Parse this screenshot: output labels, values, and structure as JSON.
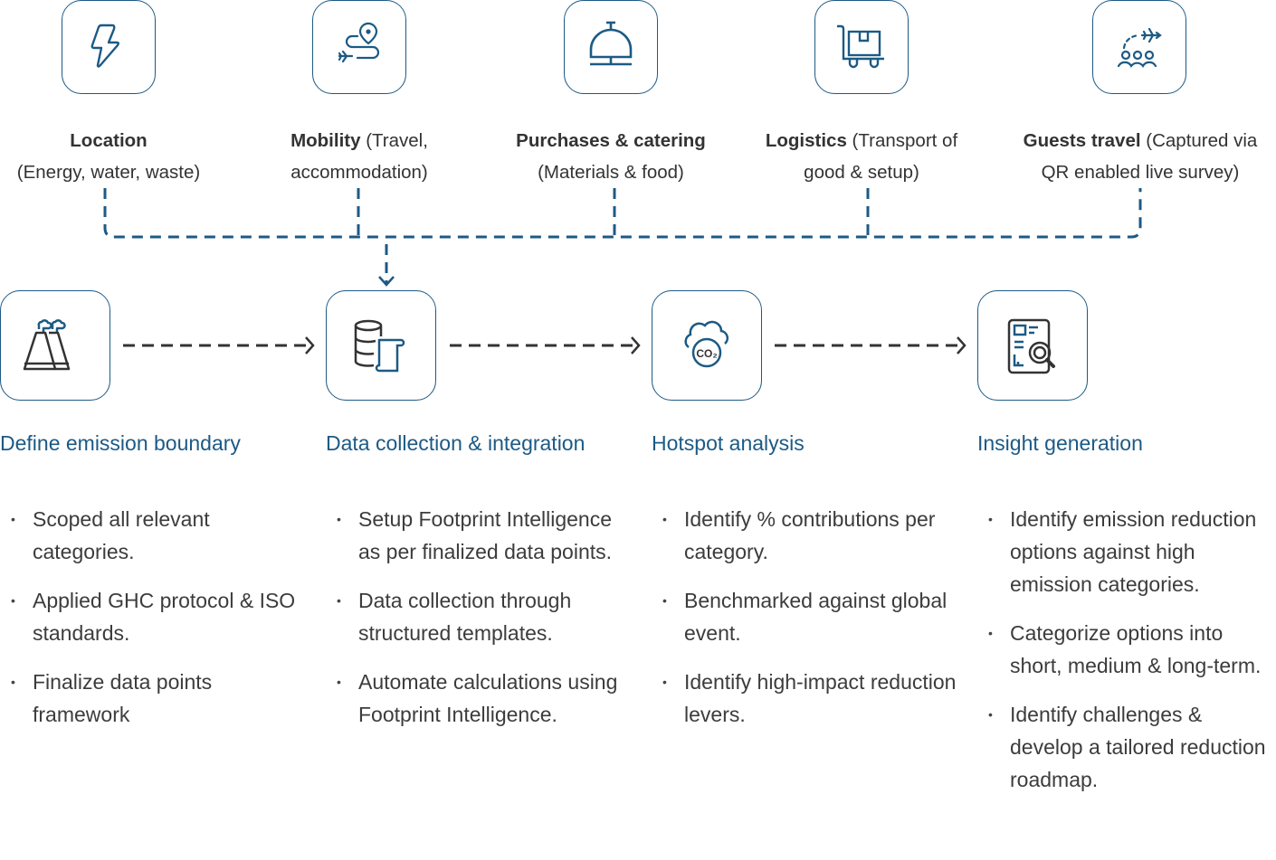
{
  "colors": {
    "accent": "#1c5a85",
    "text": "#3a3a3a",
    "connector_dark": "#333333"
  },
  "sources": [
    {
      "icon": "lightning-bolt-icon",
      "bold": "Location",
      "rest": "",
      "line2": "(Energy, water, waste)"
    },
    {
      "icon": "route-plane-pin-icon",
      "bold": "Mobility",
      "rest": " (Travel,",
      "line2": "accommodation)"
    },
    {
      "icon": "service-bell-icon",
      "bold": "Purchases & catering",
      "rest": "",
      "line2": "(Materials & food)"
    },
    {
      "icon": "hand-truck-box-icon",
      "bold": "Logistics",
      "rest": " (Transport of",
      "line2": "good & setup)"
    },
    {
      "icon": "guests-plane-icon",
      "bold": "Guests travel",
      "rest": " (Captured via",
      "line2": "QR enabled live survey)"
    }
  ],
  "steps": [
    {
      "icon": "factory-emissions-icon",
      "title": "Define emission boundary",
      "bullets": [
        "Scoped all relevant categories.",
        "Applied GHC protocol & ISO standards.",
        "Finalize data points framework"
      ]
    },
    {
      "icon": "database-document-icon",
      "title": "Data collection & integration",
      "bullets": [
        "Setup Footprint Intelligence as per finalized data points.",
        "Data collection through structured templates.",
        "Automate calculations using Footprint Intelligence."
      ]
    },
    {
      "icon": "co2-cloud-icon",
      "title": "Hotspot analysis",
      "bullets": [
        "Identify % contributions per category.",
        "Benchmarked against global event.",
        "Identify high-impact reduction levers."
      ]
    },
    {
      "icon": "report-magnifier-icon",
      "title": "Insight generation",
      "bullets": [
        "Identify emission reduction options against high emission categories.",
        "Categorize options into short, medium & long-term.",
        "Identify challenges & develop a tailored reduction roadmap."
      ]
    }
  ]
}
